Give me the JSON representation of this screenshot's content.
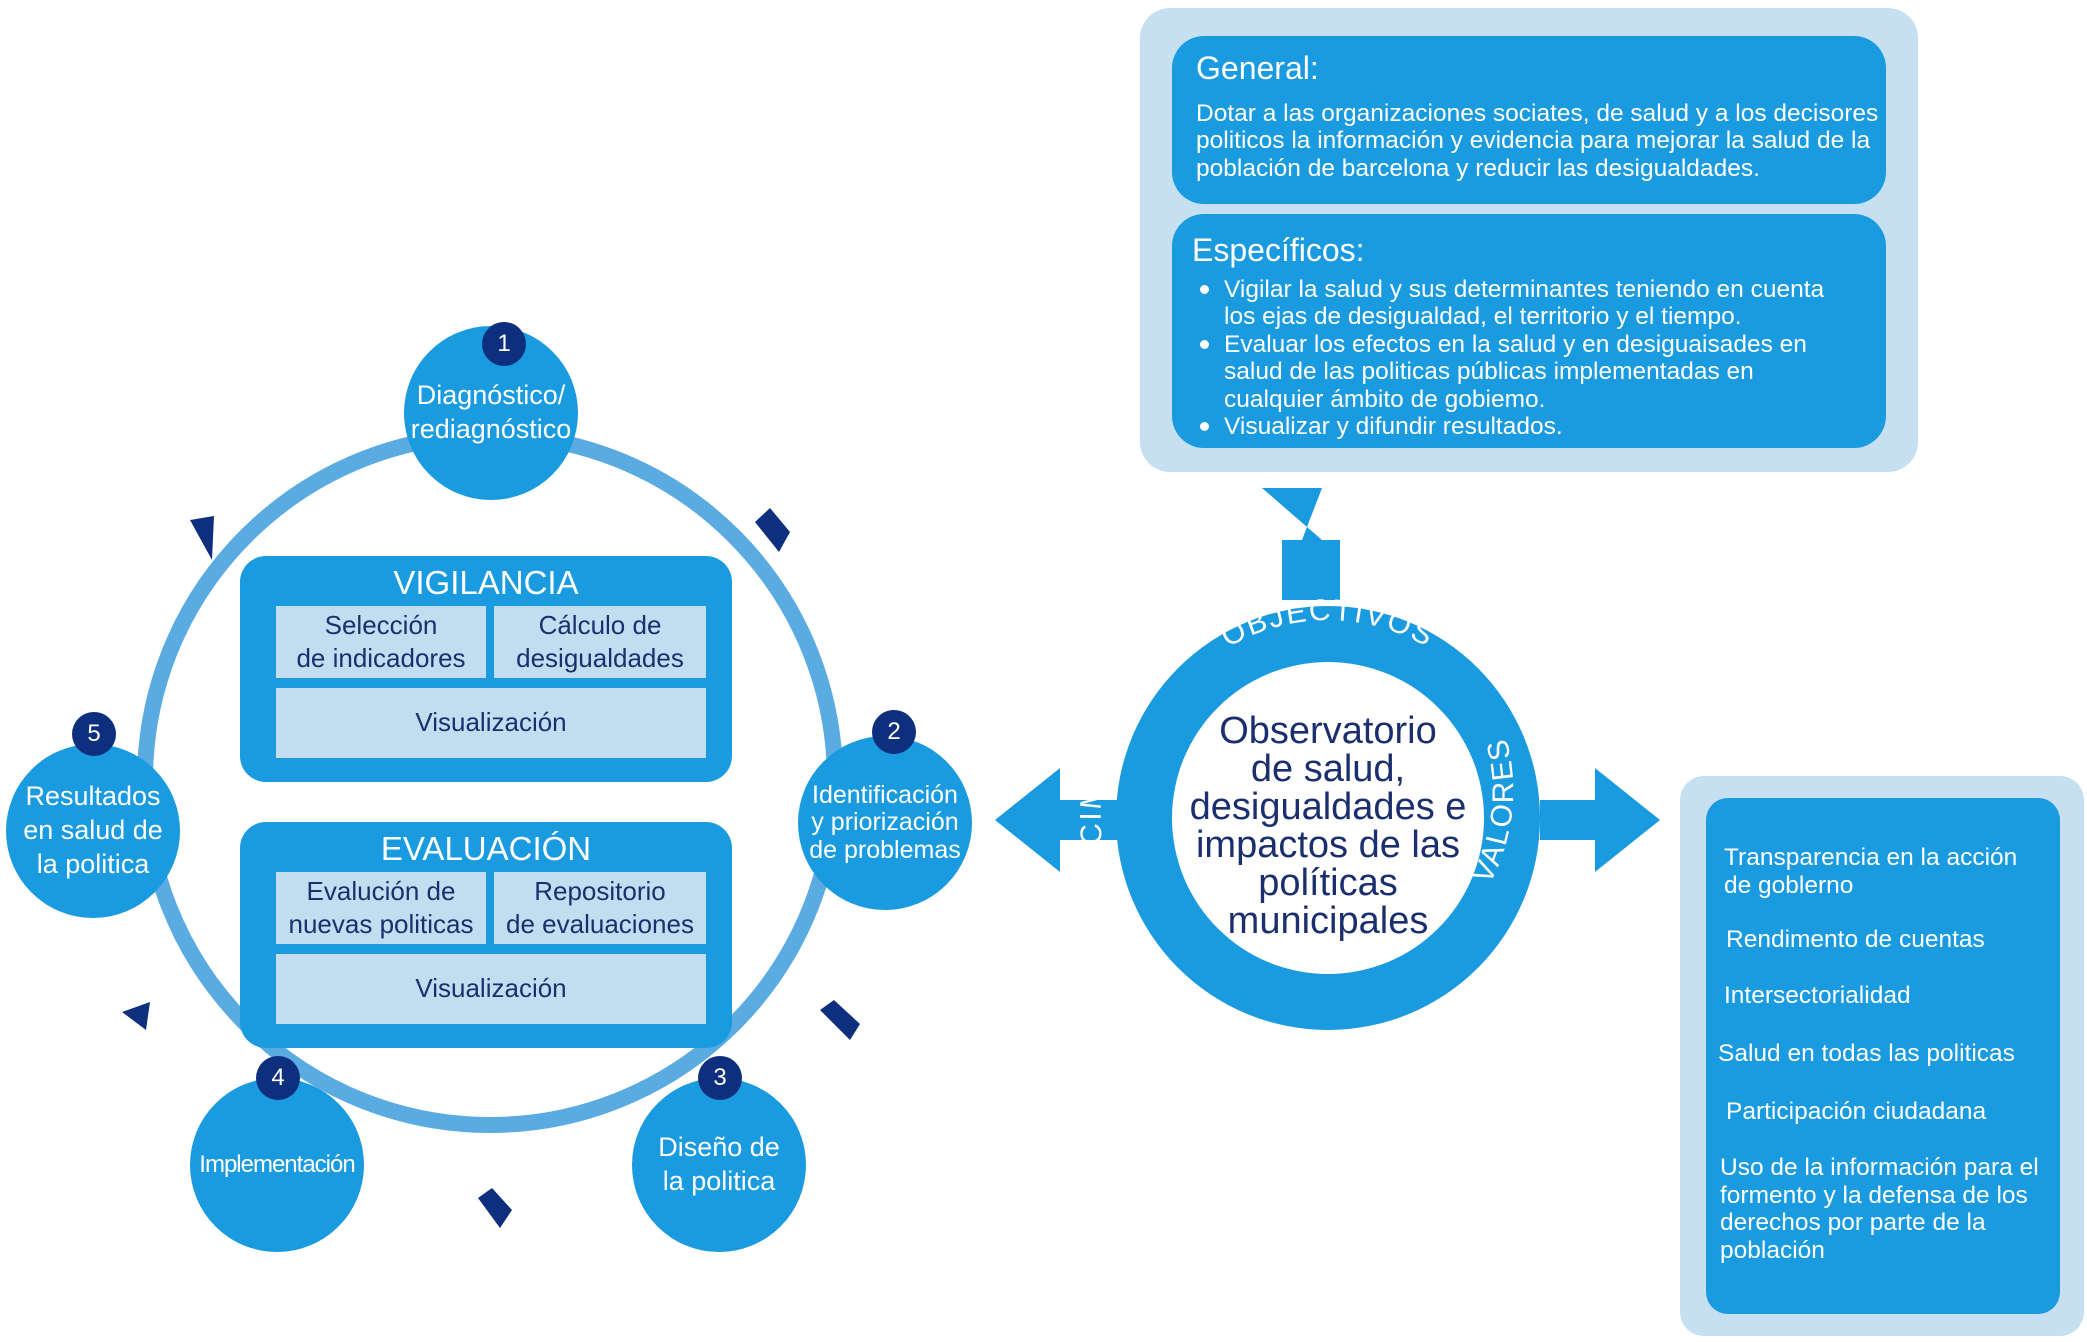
{
  "cycle": {
    "steps": [
      {
        "number": "1",
        "label": "Diagnóstico/\nrediagnóstico"
      },
      {
        "number": "2",
        "label": "Identificación\ny priorización\nde problemas"
      },
      {
        "number": "3",
        "label": "Diseño de\nla politica"
      },
      {
        "number": "4",
        "label": "Implementación"
      },
      {
        "number": "5",
        "label": "Resultados\nen salud de\nla politica"
      }
    ]
  },
  "vigilancia": {
    "title": "VIGILANCIA",
    "cell_left": "Selección\nde indicadores",
    "cell_right": "Cálculo de\ndesigualdades",
    "cell_bottom": "Visualización"
  },
  "evaluacion": {
    "title": "EVALUACIÓN",
    "cell_left": "Evalución de\nnuevas politicas",
    "cell_right": "Repositorio\nde evaluaciones",
    "cell_bottom": "Visualización"
  },
  "center": {
    "title": "Observatorio\nde salud,\ndesigualdades e\nimpactos de las\npolíticas\nmunicipales",
    "ring_top": "OBJECTIVOS",
    "ring_left": "CONOCIMENTO",
    "ring_right": "VALORES"
  },
  "objectives": {
    "general_heading": "General:",
    "general_text": "Dotar a las organizaciones sociates, de salud y a los decisores\npoliticos la información y evidencia para mejorar la salud de la\npoblación de barcelona y reducir las desigualdades.",
    "specific_heading": "Específicos:",
    "specific_items": [
      "Vigilar la salud y sus determinantes teniendo en cuenta\nlos ejas de desigualdad, el territorio y el tiempo.",
      "Evaluar los efectos en la salud y en desiguaisades en\nsalud de las politicas públicas implementadas en\ncualquier ámbito de gobiemo.",
      "Visualizar y difundir resultados."
    ]
  },
  "values": {
    "items": [
      "Transparencia en la acción\nde goblerno",
      "Rendimento de cuentas",
      "Intersectorialidad",
      "Salud en todas las politicas",
      "Participación ciudadana",
      "Uso de la información para el\nformento y la defensa de los\nderechos por parte de la\npoblación"
    ]
  },
  "colors": {
    "primary_blue": "#1a9be0",
    "light_blue": "#c6e0f2",
    "ring_blue": "#4aa6e2",
    "dark_navy": "#0d2f7e",
    "text_navy": "#1b2f6e"
  }
}
